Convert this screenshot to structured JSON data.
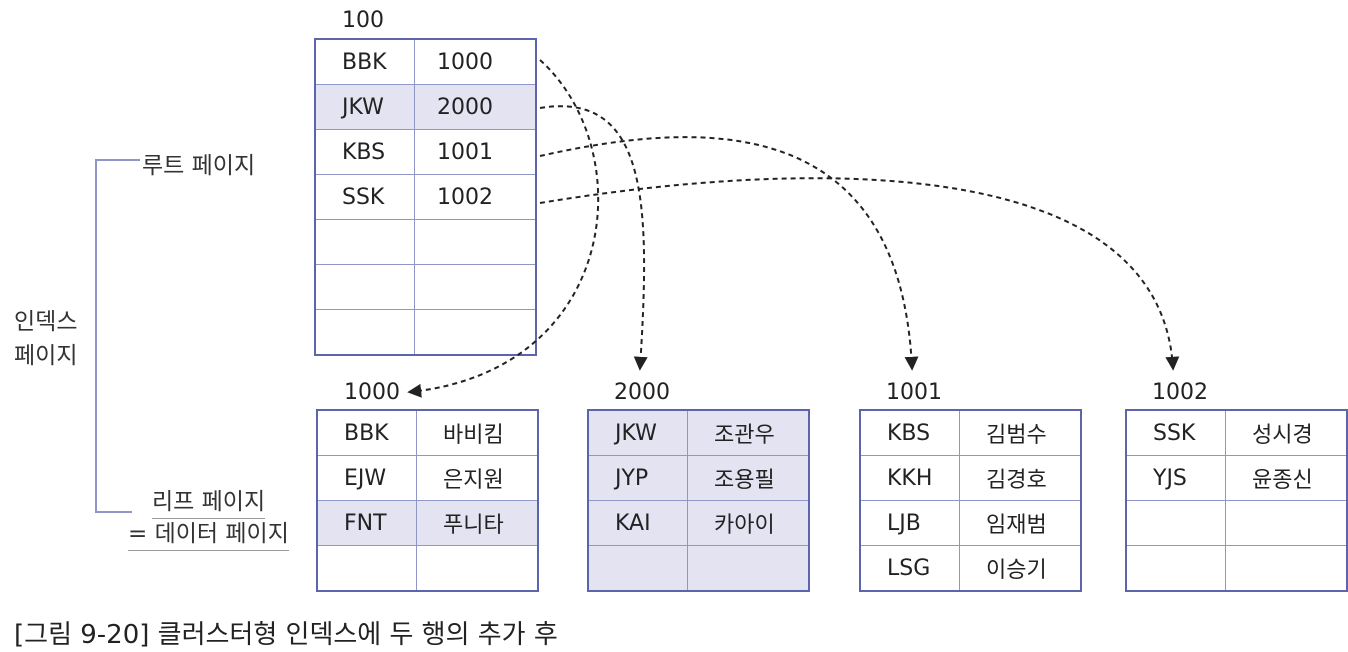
{
  "root_page": {
    "number": "100",
    "rows": [
      {
        "key": "BBK",
        "ptr": "1000"
      },
      {
        "key": "JKW",
        "ptr": "2000"
      },
      {
        "key": "KBS",
        "ptr": "1001"
      },
      {
        "key": "SSK",
        "ptr": "1002"
      },
      {
        "key": "",
        "ptr": ""
      },
      {
        "key": "",
        "ptr": ""
      },
      {
        "key": "",
        "ptr": ""
      }
    ]
  },
  "leaf_pages": [
    {
      "number": "1000",
      "rows": [
        {
          "key": "BBK",
          "name": "바비킴"
        },
        {
          "key": "EJW",
          "name": "은지원"
        },
        {
          "key": "FNT",
          "name": "푸니타"
        },
        {
          "key": "",
          "name": ""
        }
      ]
    },
    {
      "number": "2000",
      "rows": [
        {
          "key": "JKW",
          "name": "조관우"
        },
        {
          "key": "JYP",
          "name": "조용필"
        },
        {
          "key": "KAI",
          "name": "카아이"
        },
        {
          "key": "",
          "name": ""
        }
      ]
    },
    {
      "number": "1001",
      "rows": [
        {
          "key": "KBS",
          "name": "김범수"
        },
        {
          "key": "KKH",
          "name": "김경호"
        },
        {
          "key": "LJB",
          "name": "임재범"
        },
        {
          "key": "LSG",
          "name": "이승기"
        }
      ]
    },
    {
      "number": "1002",
      "rows": [
        {
          "key": "SSK",
          "name": "성시경"
        },
        {
          "key": "YJS",
          "name": "윤종신"
        },
        {
          "key": "",
          "name": ""
        },
        {
          "key": "",
          "name": ""
        }
      ]
    }
  ],
  "labels": {
    "root": "루트 페이지",
    "index_line1": "인덱스",
    "index_line2": "페이지",
    "leaf_line1": "리프 페이지",
    "leaf_line2": "= 데이터 페이지"
  },
  "caption": "[그림 9-20] 클러스터형 인덱스에 두 행의 추가 후",
  "colors": {
    "border": "#5b64ad",
    "highlight": "#e4e3f2"
  }
}
